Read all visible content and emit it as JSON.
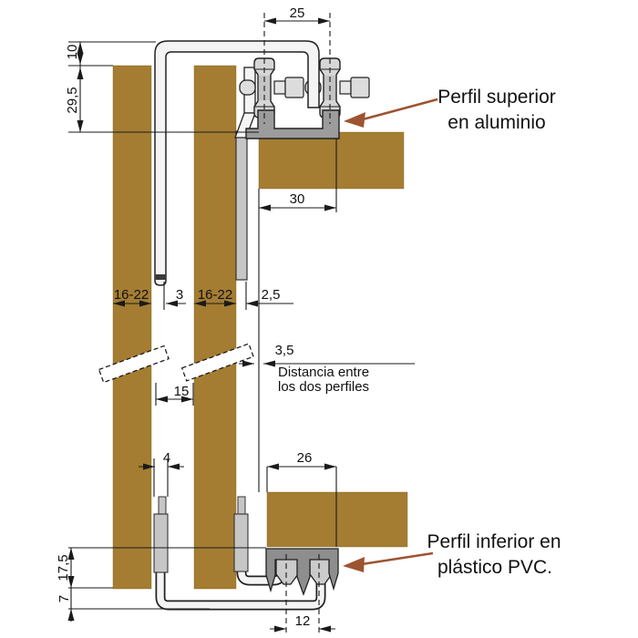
{
  "diagram": {
    "dimensions": {
      "roller_spacing": "25",
      "top_clearance": "10",
      "hanger_drop": "29,5",
      "top_profile_depth": "30",
      "door_thickness_left": "16-22",
      "bracket_gap": "3",
      "door_thickness_right": "16-22",
      "rear_gap": "2,5",
      "profile_distance": "3,5",
      "door_gap": "15",
      "strip_thickness": "4",
      "bottom_profile_depth": "26",
      "bottom_inset": "17,5",
      "bottom_clearance": "7",
      "guide_spacing": "12"
    },
    "notes": {
      "distance_note_line1": "Distancia entre",
      "distance_note_line2": "los dos perfiles"
    },
    "callouts": {
      "top_line1": "Perfil superior",
      "top_line2": "en aluminio",
      "bottom_line1": "Perfil inferior en",
      "bottom_line2": "plástico PVC."
    },
    "colors": {
      "wood": "#a47d32",
      "aluminum": "#9c9c9c",
      "pvc": "#8e8e8e",
      "steel_light": "#f4f4f4",
      "callout": "#9d5431",
      "line": "#1a1a1a"
    }
  }
}
